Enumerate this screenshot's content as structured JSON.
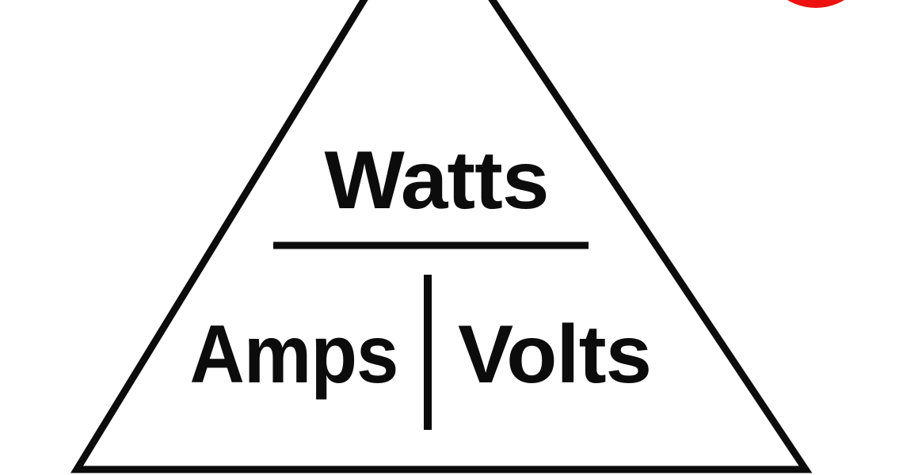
{
  "diagram": {
    "name": "Watts Amps Volts power triangle",
    "numerator": "Watts",
    "denominator_left": "Amps",
    "denominator_right": "Volts"
  },
  "colors": {
    "foreground": "#0c0c0c",
    "background": "#ffffff",
    "badge_red": "#ee1111"
  }
}
